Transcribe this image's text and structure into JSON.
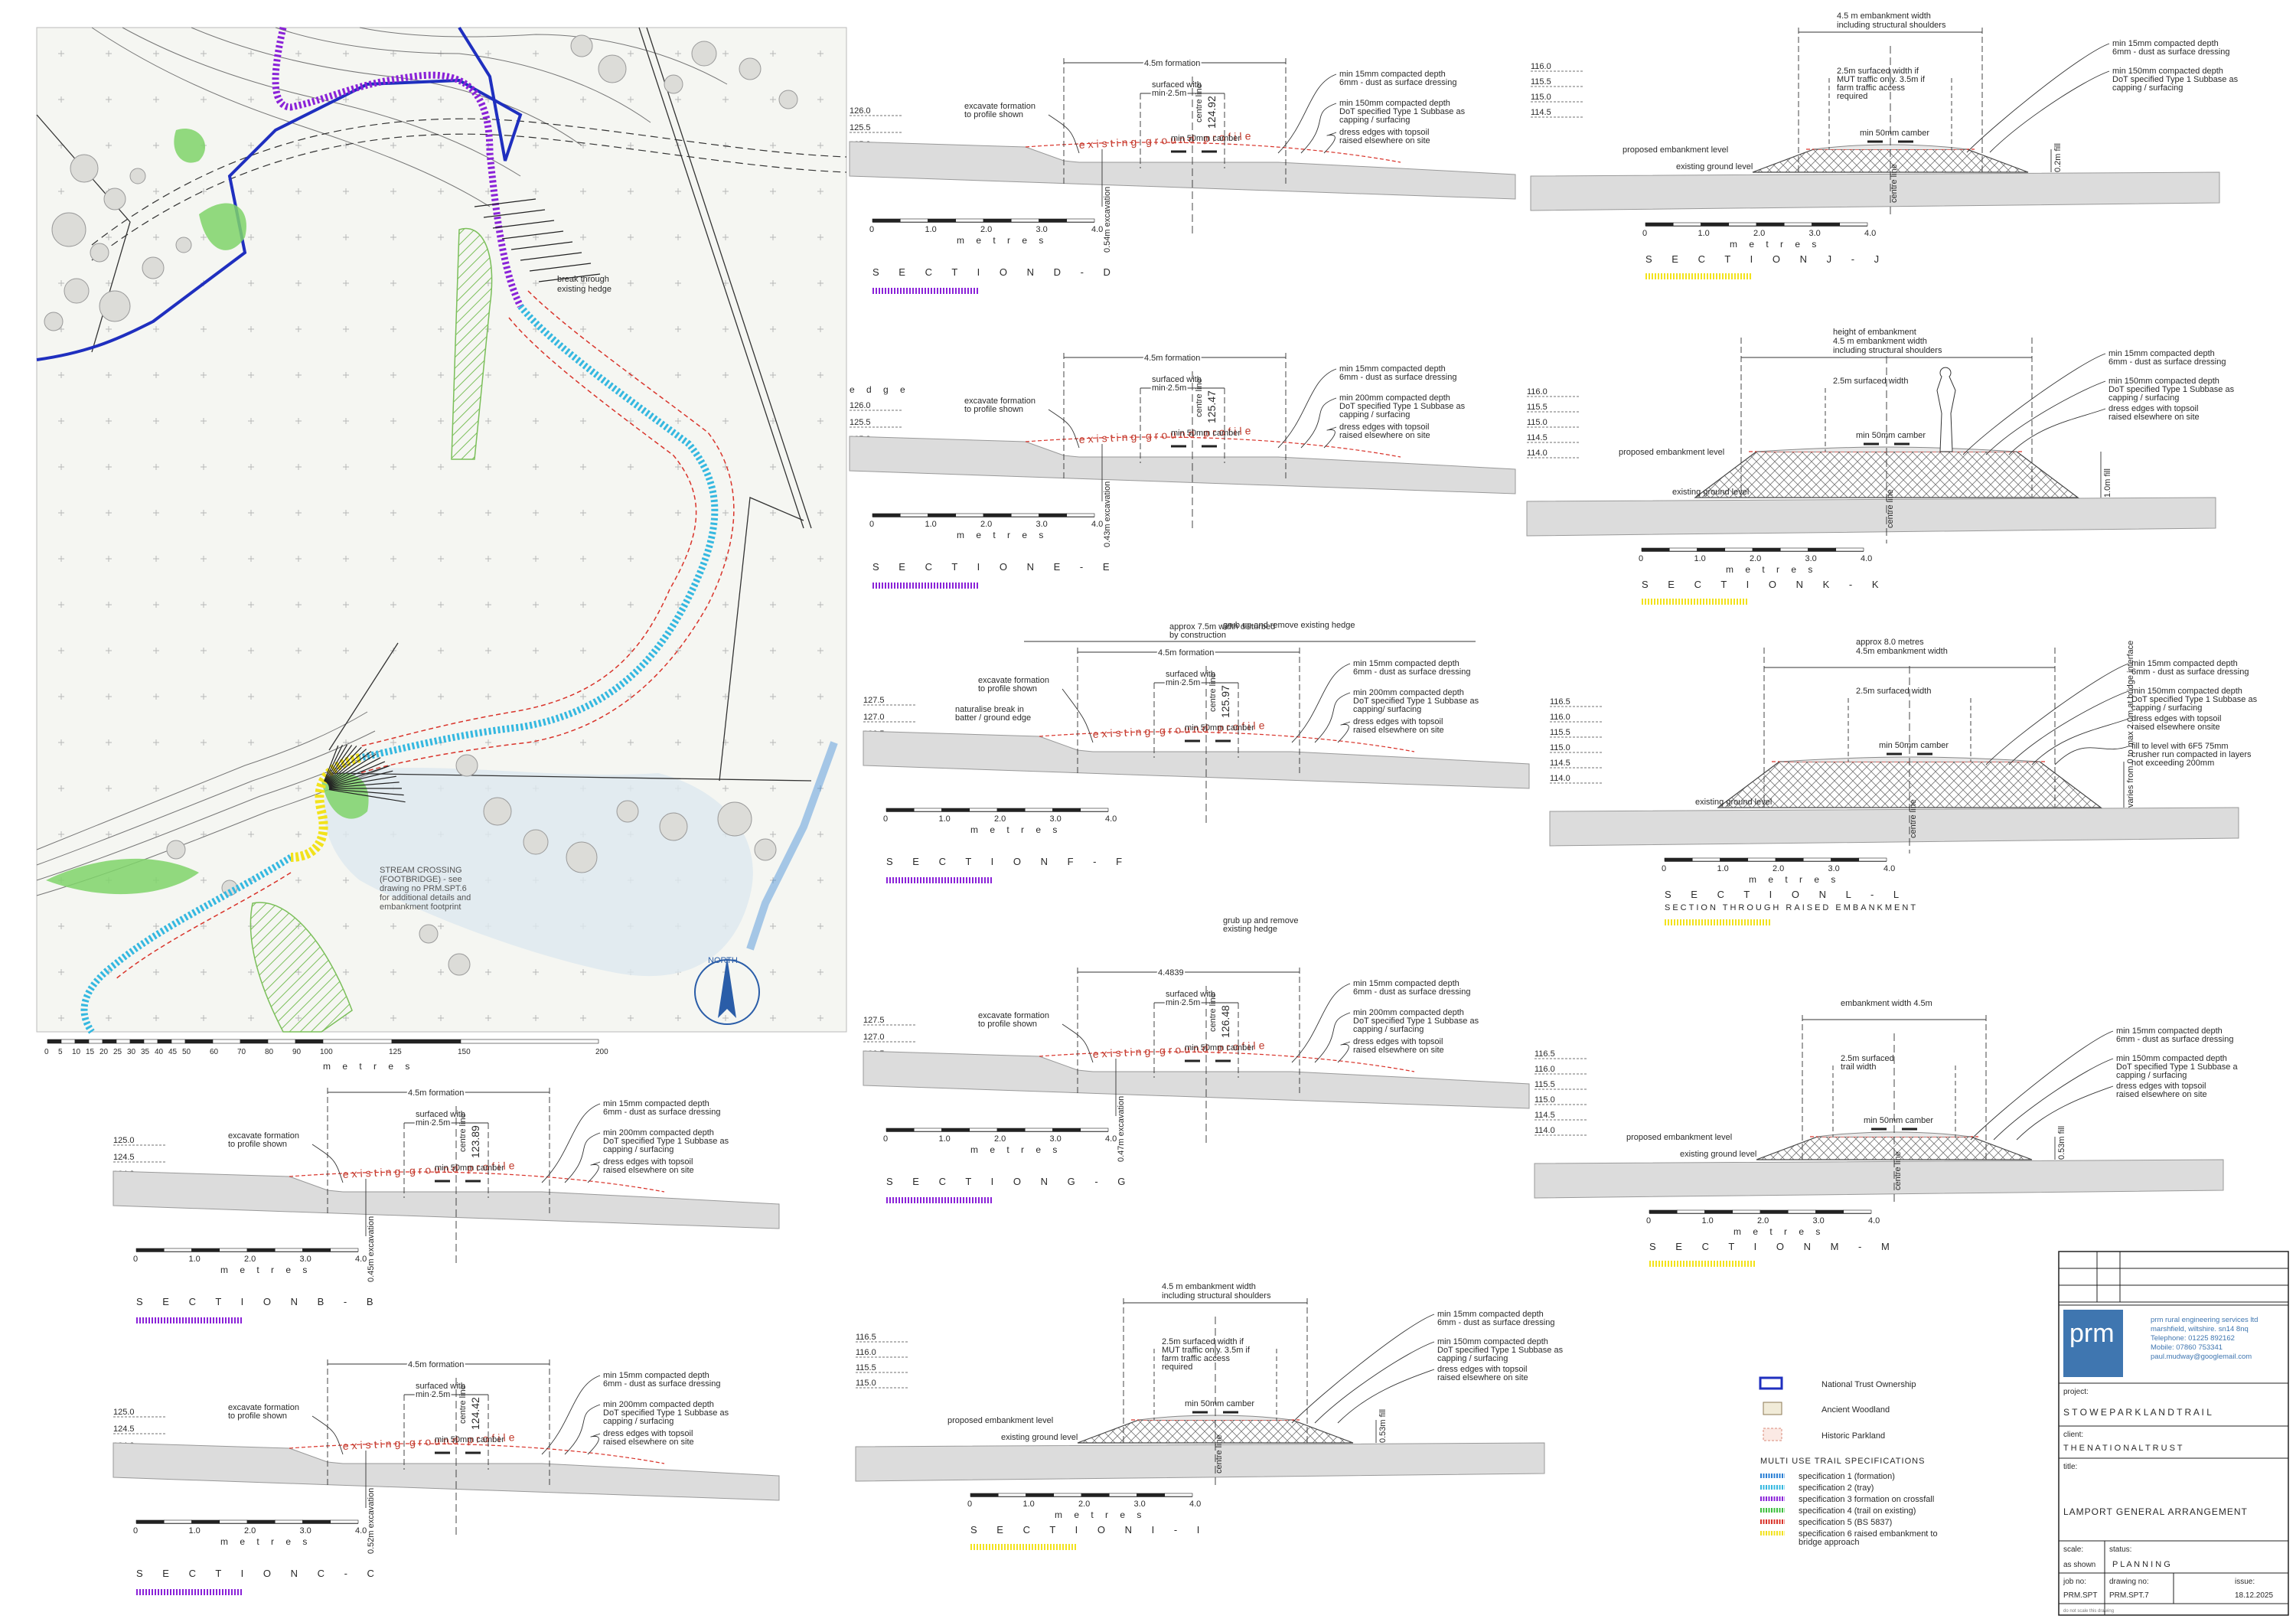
{
  "plan": {
    "break_note": [
      "break through",
      "existing hedge"
    ],
    "stream_note": [
      "STREAM CROSSING",
      "(FOOTBRIDGE) - see",
      "drawing no PRM.SPT.6",
      "for additional details and",
      "embankment footprint"
    ],
    "north_label": "NORTH",
    "scale_ticks": [
      "0",
      "5",
      "10",
      "15",
      "20",
      "25",
      "30",
      "35",
      "40",
      "45",
      "50",
      "60",
      "70",
      "80",
      "90",
      "100",
      "125",
      "150",
      "200"
    ],
    "scale_unit": "m e t r e s"
  },
  "legend": {
    "items": [
      {
        "label": "National Trust Ownership",
        "color": "#1f2fbf"
      },
      {
        "label": "Ancient Woodland",
        "color": "#8c7a55"
      },
      {
        "label": "Historic Parkland",
        "color": "#d98a7a"
      }
    ],
    "trail_heading": "MULTI USE TRAIL SPECIFICATIONS",
    "trail_specs": [
      {
        "label": "specification 1 (formation)",
        "color": "#2a7fd4"
      },
      {
        "label": "specification 2 (tray)",
        "color": "#35b8e0"
      },
      {
        "label": "specification 3 formation on crossfall",
        "color": "#8a22d8"
      },
      {
        "label": "specification 4 (trail on existing)",
        "color": "#3cbf3c"
      },
      {
        "label": "specification 5 (BS 5837)",
        "color": "#d9342b"
      },
      {
        "label": "specification 6 raised embankment to",
        "label2": "bridge approach",
        "color": "#f2e21c"
      }
    ]
  },
  "sections": [
    {
      "id": "D",
      "title": "S E C T I O N   D  -  D",
      "spec": "#8a22d8",
      "width": "4.5m formation",
      "surf": [
        "surfaced with",
        "min 2.5m"
      ],
      "cl": "centre line",
      "level": "124.92",
      "excav": "0.54m excavation",
      "camber": "min 50mm camber",
      "levels": [
        "126.0",
        "125.5",
        "125.0"
      ],
      "excavate": [
        "excavate formation",
        "to profile shown"
      ],
      "profile": "existing ground profile",
      "notes": [
        [
          "min 15mm compacted depth",
          "6mm - dust as surface dressing"
        ],
        [
          "min 150mm compacted depth",
          "DoT specified Type 1 Subbase as",
          "capping / surfacing"
        ],
        [
          "dress edges with topsoil",
          "raised elsewhere on site"
        ]
      ]
    },
    {
      "id": "E",
      "title": "S E C T I O N   E  -  E",
      "spec": "#8a22d8",
      "width": "4.5m formation",
      "surf": [
        "surfaced with",
        "min 2.5m"
      ],
      "cl": "centre line",
      "level": "125.47",
      "excav": "0.43m excavation",
      "camber": "min 50mm camber",
      "levels": [
        "126.0",
        "125.5",
        "125.0"
      ],
      "excavate": [
        "excavate formation",
        "to profile shown"
      ],
      "profile": "existing ground profile",
      "extra": "e d g e",
      "notes": [
        [
          "min 15mm compacted depth",
          "6mm - dust as surface dressing"
        ],
        [
          "min 200mm compacted depth",
          "DoT specified Type 1 Subbase as",
          "capping / surfacing"
        ],
        [
          "dress edges with topsoil",
          "raised elsewhere on site"
        ]
      ]
    },
    {
      "id": "F",
      "title": "S E C T I O N   F  -  F",
      "spec": "#8a22d8",
      "width": "4.5m formation",
      "surf": [
        "surfaced with",
        "min 2.5m"
      ],
      "cl": "centre line",
      "level": "125.97",
      "camber": "min 50mm camber",
      "levels": [
        "127.5",
        "127.0",
        "126.5",
        "126.0"
      ],
      "excavate": [
        "excavate formation",
        "to profile shown"
      ],
      "profile": "existing ground profile",
      "top": [
        "approx 7.5m width disturbed",
        "by construction"
      ],
      "grub": "grub up and remove existing hedge",
      "naturalise": [
        "naturalise break in",
        "batter / ground edge"
      ],
      "notes": [
        [
          "min 15mm compacted depth",
          "6mm - dust as surface dressing"
        ],
        [
          "min 200mm compacted depth",
          "DoT specified Type 1 Subbase as",
          "capping/ surfacing"
        ],
        [
          "dress edges with topsoil",
          "raised elsewhere on site"
        ]
      ]
    },
    {
      "id": "G",
      "title": "S E C T I O N   G  -  G",
      "spec": "#8a22d8",
      "width": "4.4839",
      "surf": [
        "surfaced with",
        "min 2.5m"
      ],
      "cl": "centre line",
      "level": "126.48",
      "excav": "0.47m excavation",
      "camber": "min 50mm camber",
      "levels": [
        "127.5",
        "127.0",
        "126.5",
        "126.0"
      ],
      "excavate": [
        "excavate formation",
        "to profile shown"
      ],
      "profile": "existing ground profile",
      "grub": [
        "grub up and remove",
        "existing hedge"
      ],
      "notes": [
        [
          "min 15mm compacted depth",
          "6mm - dust as surface dressing"
        ],
        [
          "min 200mm compacted depth",
          "DoT specified Type 1 Subbase as",
          "capping / surfacing"
        ],
        [
          "dress edges with topsoil",
          "raised elsewhere on site"
        ]
      ]
    },
    {
      "id": "B",
      "title": "S E C T I O N   B  -  B",
      "spec": "#8a22d8",
      "width": "4.5m formation",
      "surf": [
        "surfaced with",
        "min 2.5m"
      ],
      "cl": "centre line",
      "level": "123.89",
      "excav": "0.45m excavation",
      "camber": "min 50mm camber",
      "levels": [
        "125.0",
        "124.5",
        "124.0"
      ],
      "excavate": [
        "excavate formation",
        "to profile shown"
      ],
      "profile": "existing ground profile",
      "notes": [
        [
          "min 15mm compacted depth",
          "6mm - dust as surface dressing"
        ],
        [
          "min 200mm compacted depth",
          "DoT specified Type 1 Subbase as",
          "capping / surfacing"
        ],
        [
          "dress edges with topsoil",
          "raised elsewhere on site"
        ]
      ]
    },
    {
      "id": "C",
      "title": "S E C T I O N   C  -  C",
      "spec": "#8a22d8",
      "width": "4.5m formation",
      "surf": [
        "surfaced with",
        "min 2.5m"
      ],
      "cl": "centre line",
      "level": "124.42",
      "excav": "0.52m excavation",
      "camber": "min 50mm camber",
      "levels": [
        "125.0",
        "124.5",
        "124.0"
      ],
      "excavate": [
        "excavate formation",
        "to profile shown"
      ],
      "profile": "existing ground profile",
      "notes": [
        [
          "min 15mm compacted depth",
          "6mm - dust as surface dressing"
        ],
        [
          "min 200mm compacted depth",
          "DoT specified Type 1 Subbase as",
          "capping / surfacing"
        ],
        [
          "dress edges with topsoil",
          "raised elsewhere on site"
        ]
      ]
    },
    {
      "id": "I",
      "title": "S E C T I O N   I  -  I",
      "spec": "#f2e21c",
      "width": [
        "4.5 m embankment width",
        "including structural shoulders"
      ],
      "surf": [
        "2.5m surfaced width if",
        "MUT traffic only. 3.5m if",
        "farm traffic access",
        "required"
      ],
      "cl": "centre line",
      "fill": "0.53m fill",
      "camber": "min 50mm camber",
      "levels": [
        "116.5",
        "116.0",
        "115.5",
        "115.0"
      ],
      "emb": "proposed embankment level",
      "egl": "existing ground  level",
      "notes": [
        [
          "min 15mm compacted depth",
          "6mm - dust as surface dressing"
        ],
        [
          "min 150mm compacted depth",
          "DoT specified Type 1 Subbase as",
          "capping / surfacing"
        ],
        [
          "dress edges with topsoil",
          "raised elsewhere on site"
        ]
      ]
    },
    {
      "id": "J",
      "title": "S E C T I O N   J  -  J",
      "spec": "#f2e21c",
      "width": [
        "4.5 m embankment width",
        "including structural shoulders"
      ],
      "surf": [
        "2.5m surfaced width if",
        "MUT traffic only. 3.5m if",
        "farm traffic access",
        "required"
      ],
      "cl": "centre line",
      "fill": "0.2m fill",
      "camber": "min 50mm camber",
      "levels": [
        "116.0",
        "115.5",
        "115.0",
        "114.5"
      ],
      "emb": "proposed embankment  level",
      "egl": "existing ground  level",
      "notes": [
        [
          "min 15mm compacted depth",
          "6mm - dust as surface dressing"
        ],
        [
          "min 150mm compacted depth",
          "DoT specified Type 1 Subbase as",
          "capping / surfacing"
        ]
      ]
    },
    {
      "id": "K",
      "title": "S E C T I O N   K  -  K",
      "spec": "#f2e21c",
      "width": [
        "height of embankment",
        "4.5 m embankment width",
        "including structural shoulders"
      ],
      "surf": [
        "2.5m surfaced width"
      ],
      "cl": "centre line",
      "fill": "1.0m fill",
      "camber": "min 50mm camber",
      "levels": [
        "116.0",
        "115.5",
        "115.0",
        "114.5",
        "114.0"
      ],
      "emb": "proposed embankment  level",
      "egl": "existing ground  level",
      "notes": [
        [
          "min 15mm compacted depth",
          "6mm - dust as surface dressing"
        ],
        [
          "min 150mm compacted depth",
          "DoT specified Type 1 Subbase as",
          "capping / surfacing"
        ],
        [
          "dress edges with topsoil",
          "raised elsewhere on site"
        ]
      ]
    },
    {
      "id": "L",
      "title": "S E C T I O N   L  -  L",
      "sub": "SECTION THROUGH RAISED EMBANKMENT",
      "spec": "#f2e21c",
      "width": [
        "approx 8.0 metres",
        "4.5m embankment width"
      ],
      "surf": [
        "2.5m surfaced width"
      ],
      "cl": "centre line",
      "fill": "varies from 0 to max 2.0m at bridge interface",
      "camber": "min 50mm camber",
      "levels": [
        "116.5",
        "116.0",
        "115.5",
        "115.0",
        "114.5",
        "114.0"
      ],
      "egl": "existing ground  level",
      "notes": [
        [
          "min 15mm compacted depth",
          "6mm - dust as surface dressing"
        ],
        [
          "min 150mm compacted depth",
          "DoT specified Type 1 Subbase as",
          "capping / surfacing"
        ],
        [
          "dress edges with topsoil",
          "raised elsewhere onsite"
        ],
        [
          "fill to level with 6F5 75mm",
          "crusher run compacted in layers",
          "not exceeding 200mm"
        ]
      ]
    },
    {
      "id": "M",
      "title": "S E C T I O N   M  -  M",
      "spec": "#f2e21c",
      "width": [
        "embankment width  4.5m"
      ],
      "surf": [
        "2.5m surfaced",
        "trail width"
      ],
      "cl": "centre line",
      "fill": "0.53m fill",
      "camber": "min 50mm camber",
      "levels": [
        "116.5",
        "116.0",
        "115.5",
        "115.0",
        "114.5",
        "114.0"
      ],
      "emb": "proposed embankment level",
      "egl": "existing ground  level",
      "notes": [
        [
          "min 15mm compacted depth",
          "6mm - dust as surface dressing"
        ],
        [
          "min 150mm compacted depth",
          "DoT specified Type 1 Subbase a",
          "capping / surfacing"
        ],
        [
          "dress edges with topsoil",
          "raised elsewhere on site"
        ]
      ]
    }
  ],
  "scale_bar": {
    "ticks": [
      "0",
      "1.0",
      "2.0",
      "3.0",
      "4.0"
    ],
    "unit": "m e t r e s"
  },
  "title_block": {
    "logo": "prm",
    "company": [
      "prm rural engineering services ltd",
      "marshfield, wiltshire. sn14 8nq",
      "Telephone:      01225 892162",
      "Mobile:           07860 753341",
      "paul.mudway@googlemail.com"
    ],
    "project_label": "project:",
    "project": "S T O W E   P A R K L A N D   T R A I L",
    "client_label": "client:",
    "client": "T H E   N A T I O N A L   T R U S T",
    "title_label": "title:",
    "title": "LAMPORT GENERAL ARRANGEMENT",
    "scale_label": "scale:",
    "scale": "as shown",
    "status_label": "status:",
    "status": "P L A N N I N G",
    "job_label": "job no:",
    "job": "PRM.SPT",
    "drawing_label": "drawing no:",
    "drawing": "PRM.SPT.7",
    "issue_label": "issue:",
    "issue": "18.12.2025",
    "footnote": "do not scale this drawing"
  }
}
